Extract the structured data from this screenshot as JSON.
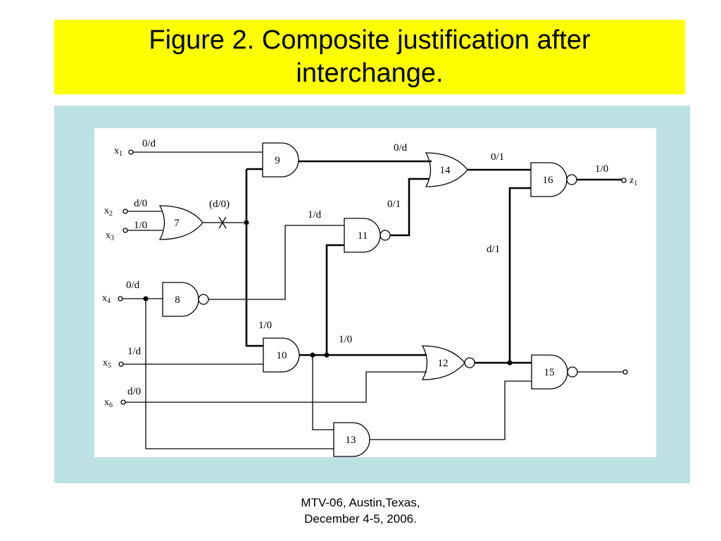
{
  "slide": {
    "title": "Figure 2.  Composite justification after interchange.",
    "footer_line1": "MTV-06, Austin,Texas,",
    "footer_line2": "December 4-5, 2006."
  },
  "colors": {
    "title_background": "#ffff00",
    "panel_background": "#bde0e2",
    "diagram_background": "#ffffff"
  },
  "circuit": {
    "inputs": {
      "x1": {
        "base": "x",
        "sub": "1"
      },
      "x2": {
        "base": "x",
        "sub": "2"
      },
      "x3": {
        "base": "x",
        "sub": "3"
      },
      "x4": {
        "base": "x",
        "sub": "4"
      },
      "x5": {
        "base": "x",
        "sub": "5"
      },
      "x6": {
        "base": "x",
        "sub": "6"
      }
    },
    "outputs": {
      "z1": {
        "base": "z",
        "sub": "1"
      }
    },
    "gates": {
      "g7": "7",
      "g8": "8",
      "g9": "9",
      "g10": "10",
      "g11": "11",
      "g12": "12",
      "g13": "13",
      "g14": "14",
      "g15": "15",
      "g16": "16"
    },
    "wire_labels": {
      "x1": "0/d",
      "x2": "d/0",
      "x3": "1/0",
      "g7_out": "(d/0)",
      "x4": "0/d",
      "x5": "1/d",
      "x6": "d/0",
      "g9_out": "0/d",
      "g8_to_11": "1/d",
      "g11_out": "0/1",
      "g14_out": "0/1",
      "z1": "1/0",
      "g12_out": "d/1",
      "g10_in": "1/0",
      "g10_out": "1/0"
    }
  }
}
